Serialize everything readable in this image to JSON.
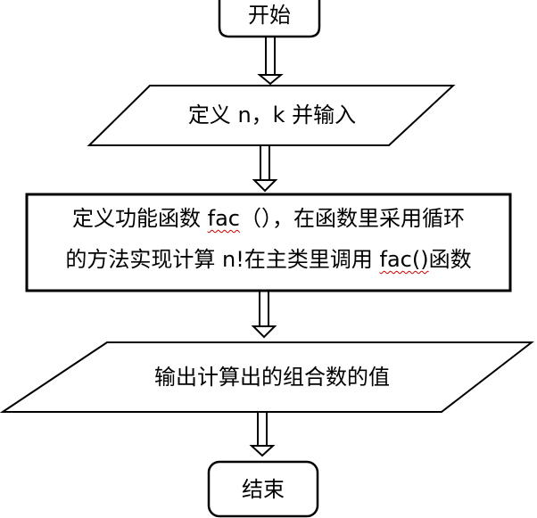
{
  "nodes": {
    "start": {
      "text": "开始"
    },
    "input": {
      "text": "定义 n，k 并输入"
    },
    "process": {
      "line1_a": "定义功能函数 ",
      "line1_fac": "fac",
      "line1_b": "（），在函数里采用循环",
      "line2_a": "的方法实现计算 n!在主类里调用 ",
      "line2_fac": "fac()",
      "line2_b": "函数"
    },
    "output": {
      "text": "输出计算出的组合数的值"
    },
    "end": {
      "text": "结束"
    }
  },
  "colors": {
    "stroke": "#000000",
    "background": "#ffffff",
    "spellcheck_underline": "#d00000"
  }
}
